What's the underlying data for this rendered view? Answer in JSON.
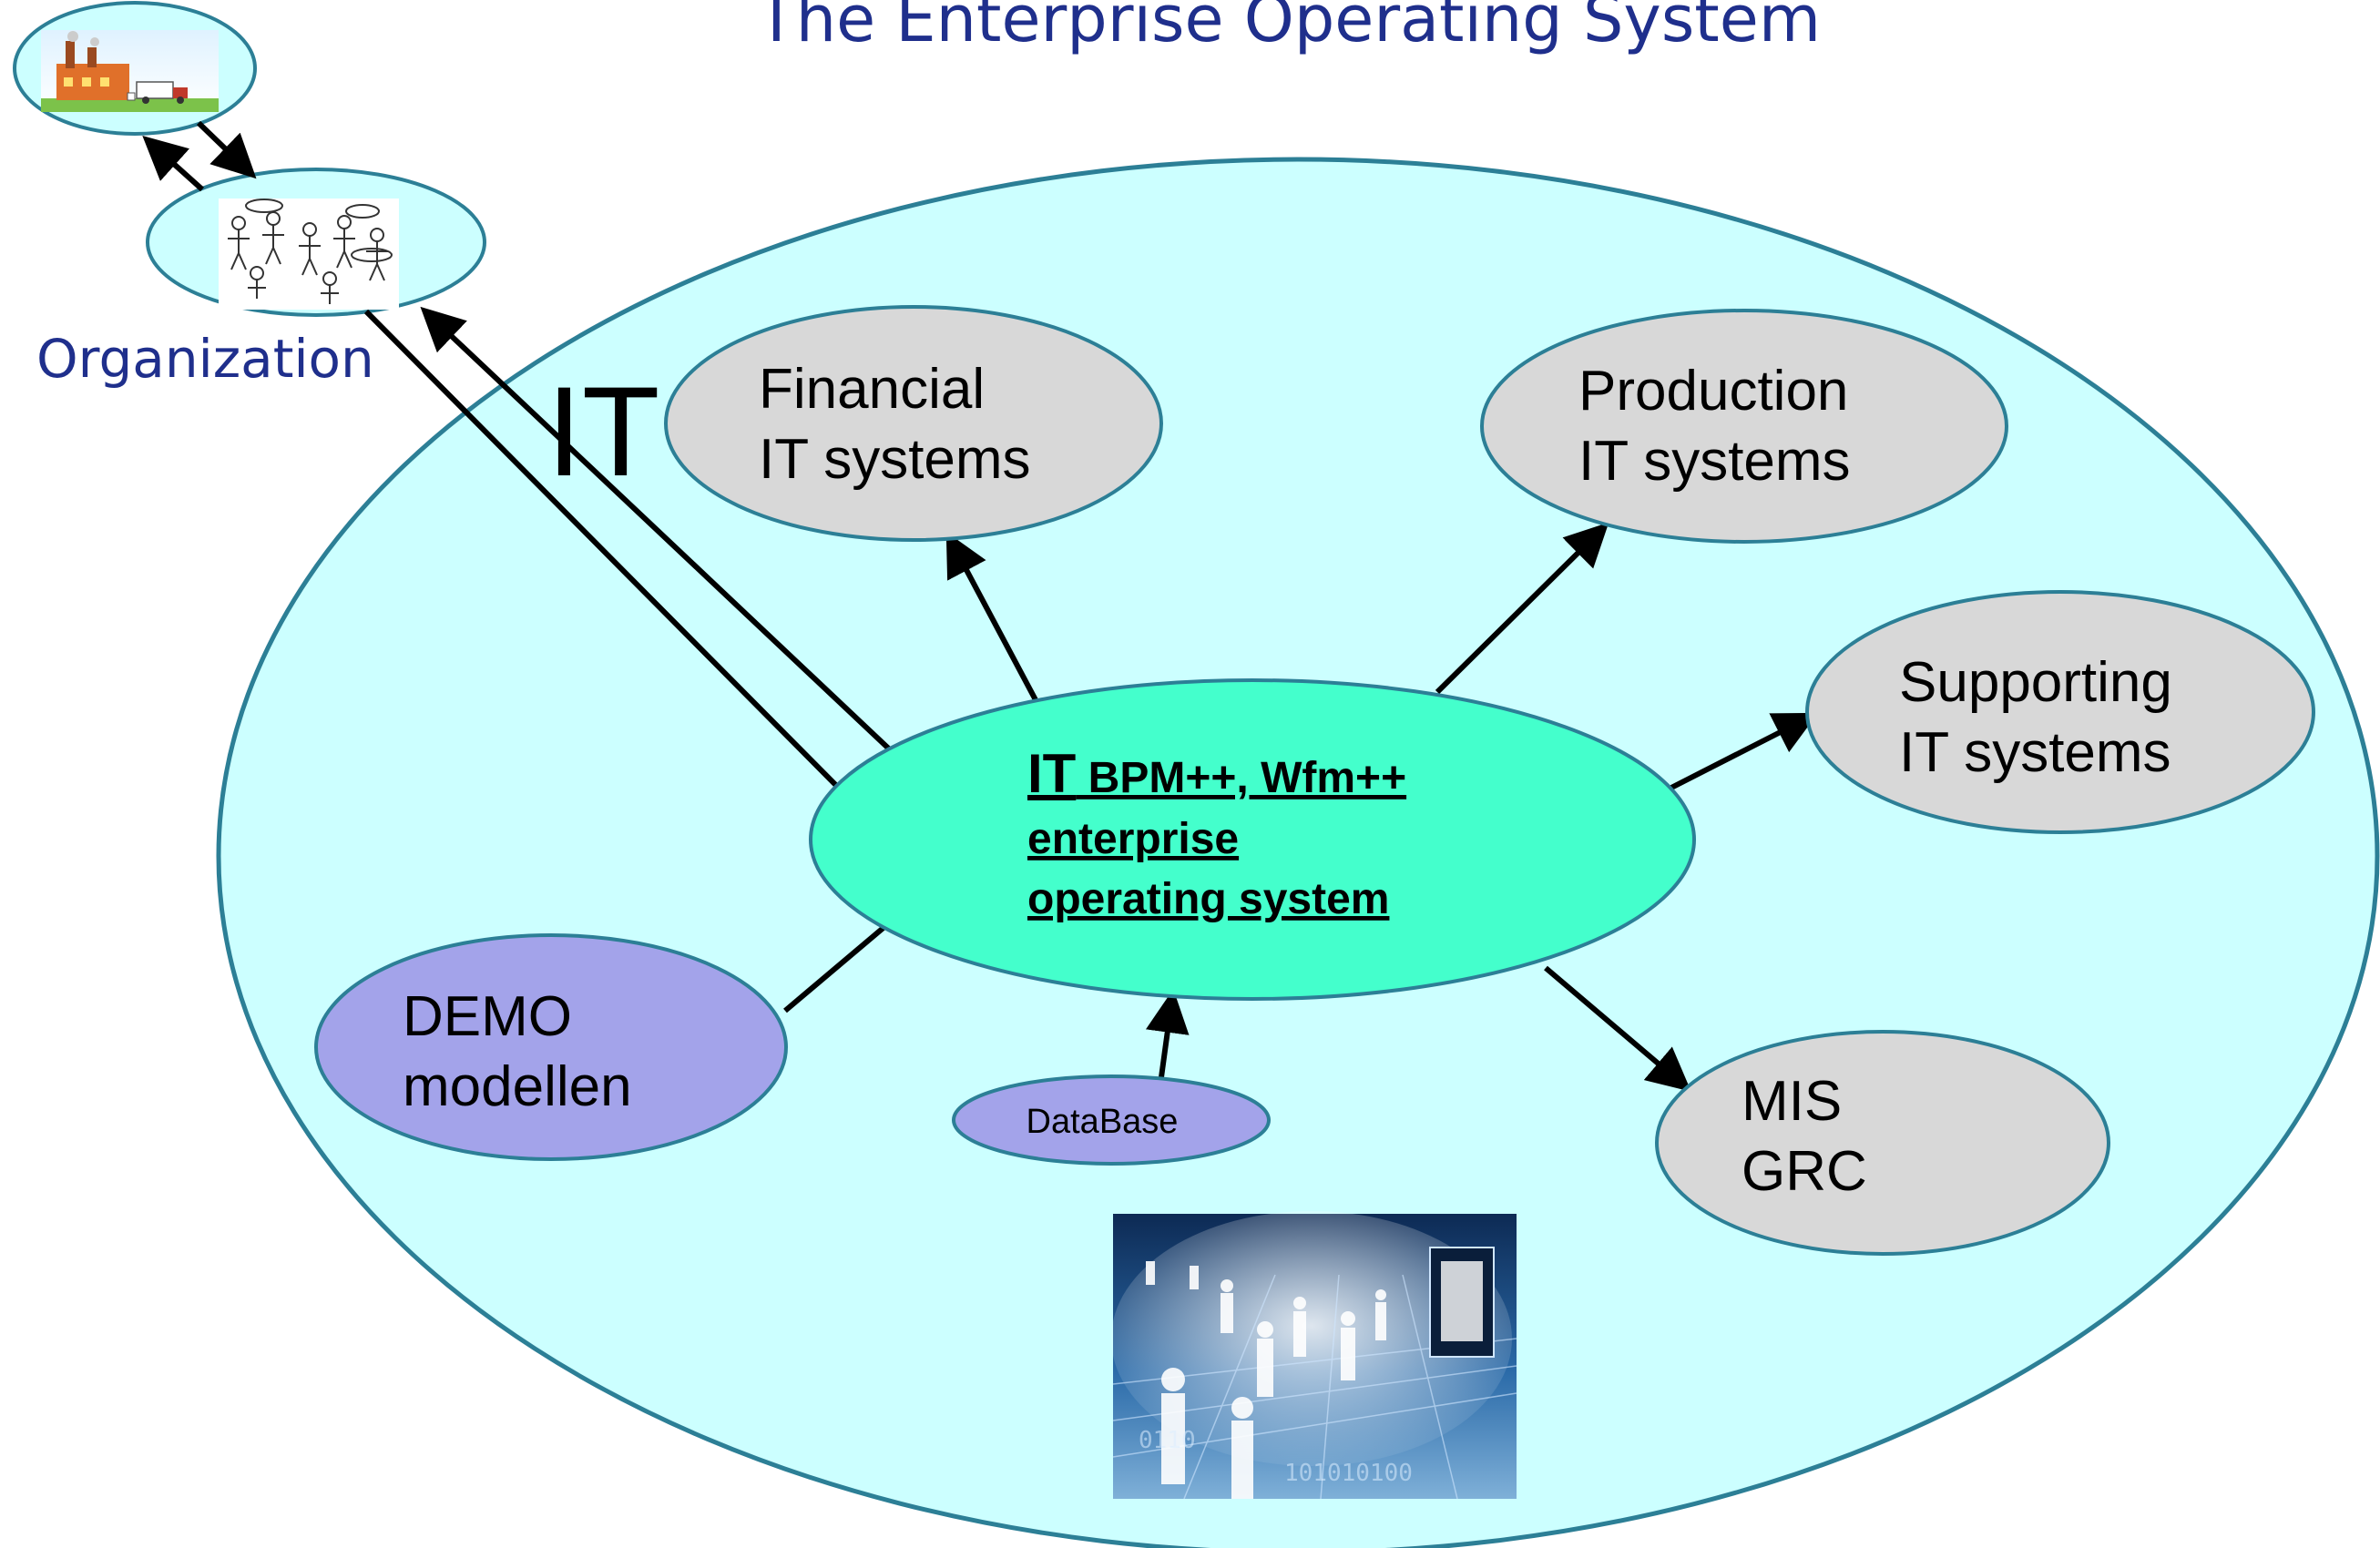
{
  "title": "The Enterprise Operating System",
  "organization_label": "Organization",
  "it_label": "IT",
  "core": {
    "it_prefix": "IT",
    "line1_rest": " BPM++, Wfm++",
    "line2": "enterprise",
    "line3": "operating system"
  },
  "nodes": {
    "financial": {
      "line1": "Financial",
      "line2": "IT systems"
    },
    "production": {
      "line1": "Production",
      "line2": "IT systems"
    },
    "supporting": {
      "line1": "Supporting",
      "line2": "IT systems"
    },
    "demo": {
      "line1": "DEMO",
      "line2": "modellen"
    },
    "mis": {
      "line1": "MIS",
      "line2": "GRC"
    },
    "database": {
      "label": "DataBase"
    }
  },
  "colors": {
    "title": "#1f2f8c",
    "organization": "#1f2f8c",
    "enterprise_fill": "#ccffff",
    "ellipse_stroke": "#2c7f96",
    "grey_node": "#d8d8d8",
    "purple_node": "#a3a3ea",
    "core_node": "#44ffcc",
    "arrow": "#000000"
  },
  "icons": {
    "factory": "factory-picture",
    "people": "people-cartoon-picture",
    "digital": "digital-people-picture"
  }
}
